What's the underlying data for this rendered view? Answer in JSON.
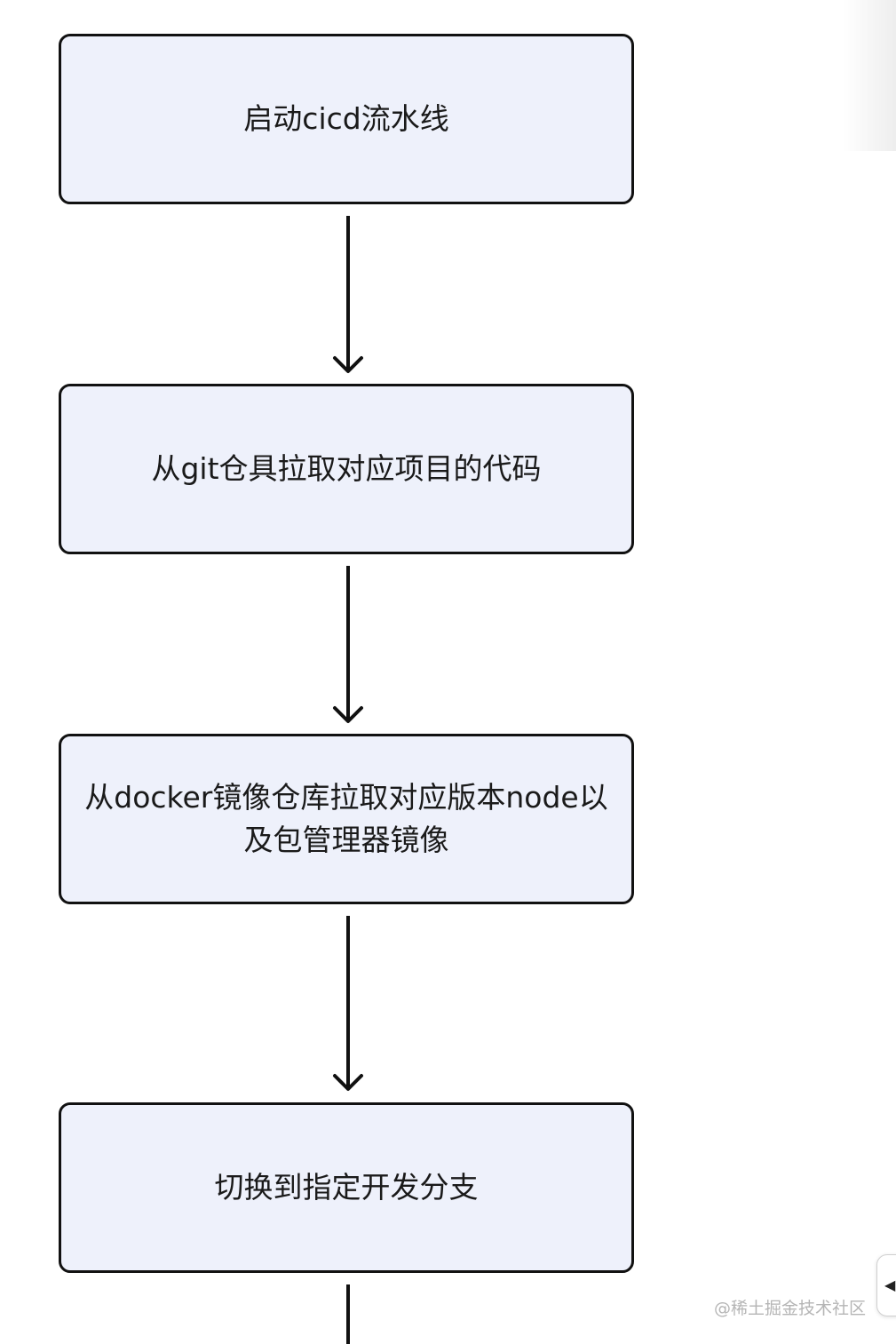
{
  "nodes": [
    {
      "id": "n1",
      "label": "启动cicd流水线"
    },
    {
      "id": "n2",
      "label": "从git仓具拉取对应项目的代码"
    },
    {
      "id": "n3",
      "label": "从docker镜像仓库拉取对应版本node以及包管理器镜像"
    },
    {
      "id": "n4",
      "label": "切换到指定开发分支"
    }
  ],
  "edges": [
    {
      "from": "n1",
      "to": "n2"
    },
    {
      "from": "n2",
      "to": "n3"
    },
    {
      "from": "n3",
      "to": "n4"
    },
    {
      "from": "n4",
      "to": ""
    }
  ],
  "style": {
    "node_fill": "#eef1fb",
    "node_border": "#111111",
    "edge_color": "#111111"
  },
  "watermark": "@稀土掘金技术社区",
  "collapse_tab": {
    "icon": "chevron-left-icon"
  }
}
